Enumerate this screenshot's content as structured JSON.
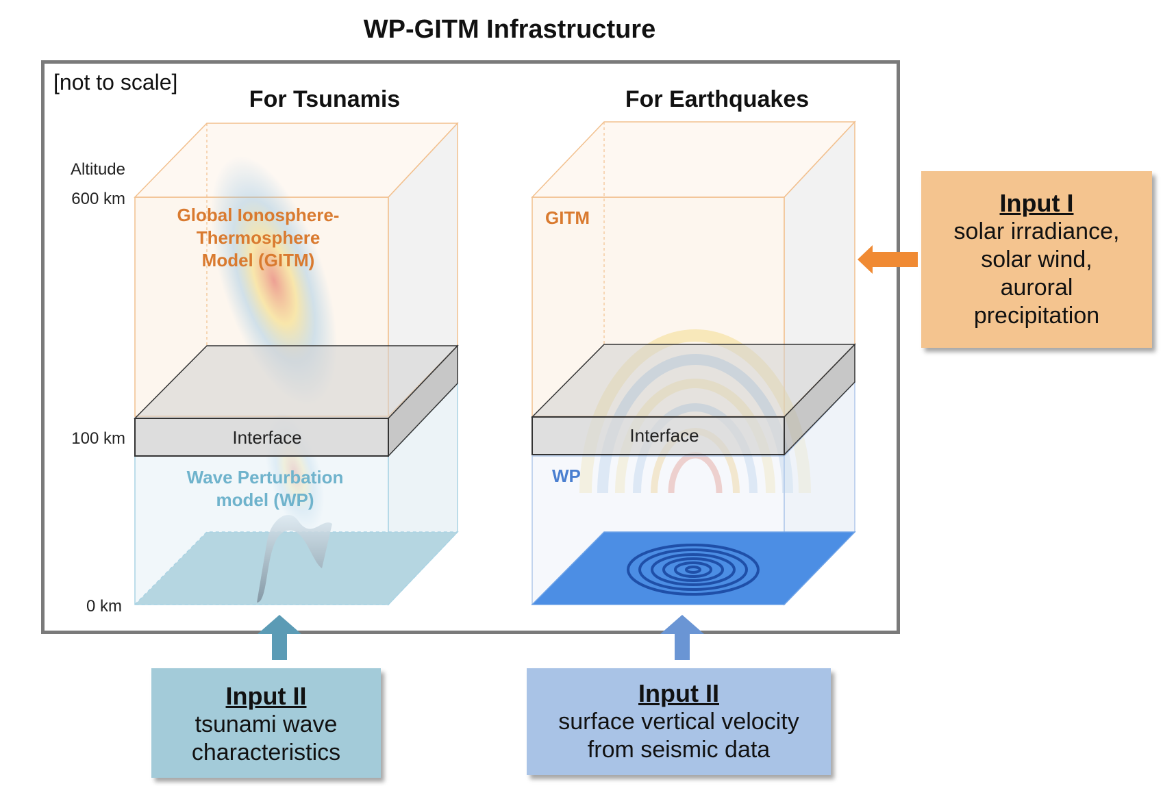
{
  "title": "WP-GITM Infrastructure",
  "note": "[not to scale]",
  "panels": {
    "tsunami": {
      "heading": "For Tsunamis",
      "upper_label_lines": [
        "Global Ionosphere-",
        "Thermosphere",
        "Model (GITM)"
      ],
      "interface": "Interface",
      "lower_label_lines": [
        "Wave Perturbation",
        "model (WP)"
      ]
    },
    "earthquake": {
      "heading": "For Earthquakes",
      "upper_label": "GITM",
      "interface": "Interface",
      "lower_label": "WP"
    }
  },
  "altitude_axis": {
    "title": "Altitude",
    "ticks": [
      "600 km",
      "100 km",
      "0 km"
    ]
  },
  "inputs": {
    "input1": {
      "heading": "Input I",
      "lines": [
        "solar irradiance,",
        "solar wind,",
        "auroral",
        "precipitation"
      ],
      "color": "#f4c48f"
    },
    "input2_tsunami": {
      "heading": "Input II",
      "lines": [
        "tsunami wave",
        "characteristics"
      ],
      "color": "#a3cbd9"
    },
    "input2_earthquake": {
      "heading": "Input II",
      "lines": [
        "surface vertical velocity",
        "from seismic data"
      ],
      "color": "#a9c3e6"
    }
  },
  "colors": {
    "gitm_label": "#d97a2f",
    "wp_tsunami_label": "#6fb3cc",
    "wp_earthquake_label": "#4a7fd0",
    "arrow_orange": "#f08a33",
    "arrow_teal": "#5b9bb5",
    "arrow_blue": "#6a95d4",
    "frame": "#7a7a7a"
  }
}
